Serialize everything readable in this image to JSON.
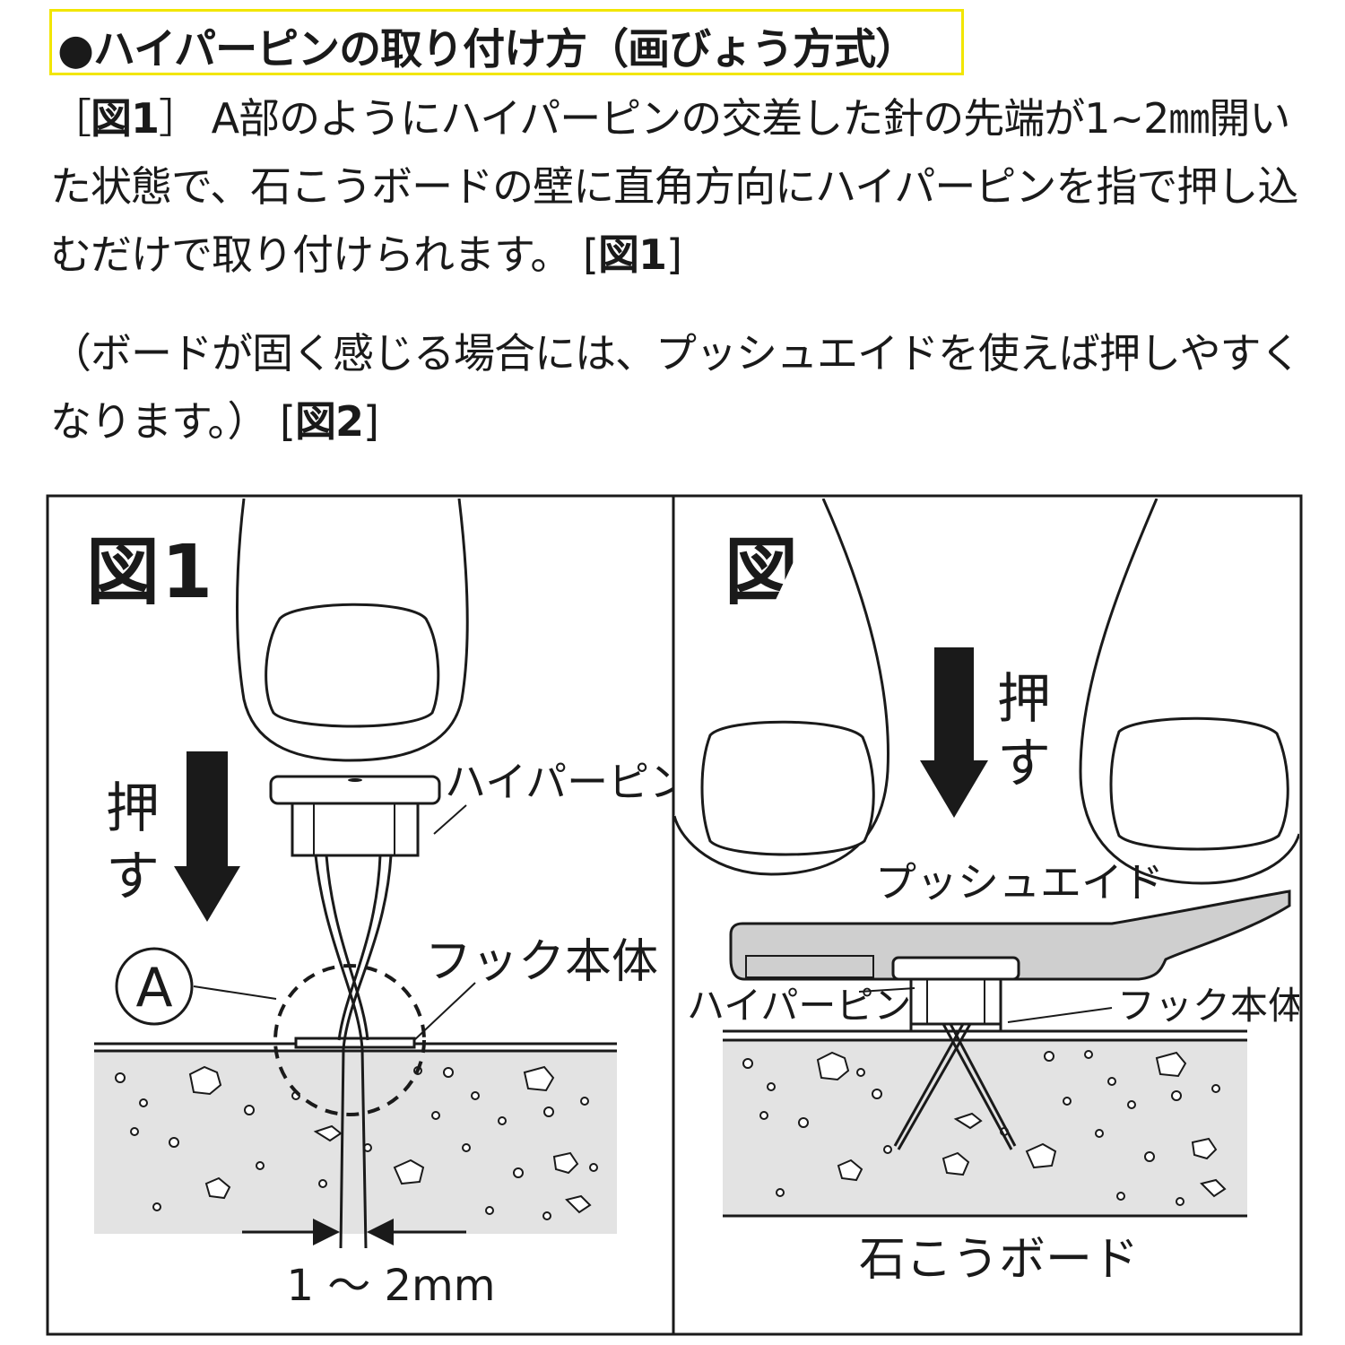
{
  "heading": "●ハイパーピンの取り付け方（画びょう方式）",
  "paragraph1": {
    "ref_open": "［",
    "ref": "図1",
    "ref_close": "］",
    "text": "A部のようにハイパーピンの交差した針の先端が1~2㎜開いた状態で、石こうボードの壁に直角方向にハイパーピンを指で押し込むだけで取り付けられます。",
    "ref2": "図1"
  },
  "paragraph2": {
    "text": "（ボードが固く感じる場合には、プッシュエイドを使えば押しやすくなります。）",
    "ref": "図2"
  },
  "figure1": {
    "title_kanji": "図",
    "title_num": "1",
    "push_label_1": "押",
    "push_label_2": "す",
    "hyperpin_label": "ハイパーピン",
    "hook_label": "フック本体",
    "detail_label": "A",
    "gap_label": "1 ～ 2mm"
  },
  "figure2": {
    "title_kanji": "図",
    "title_num": "2",
    "push_label_1": "押",
    "push_label_2": "す",
    "pushaid_label": "プッシュエイド",
    "hyperpin_label": "ハイパーピン",
    "hook_label": "フック本体",
    "board_label": "石こうボード"
  },
  "colors": {
    "heading_border": "#f2e600",
    "board_fill": "#e3e3e3",
    "pushaid_fill": "#cfcfcf",
    "ink": "#1a1a1a"
  }
}
